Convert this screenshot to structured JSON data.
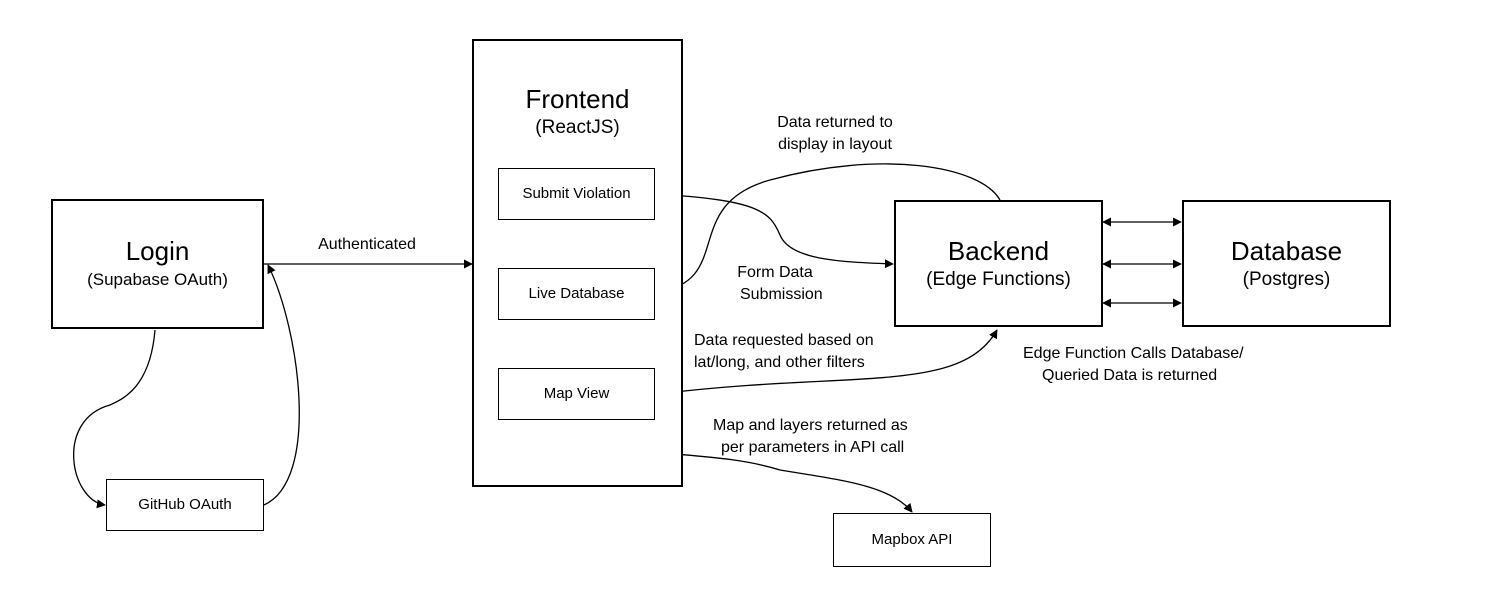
{
  "login": {
    "title": "Login",
    "subtitle": "(Supabase OAuth)"
  },
  "github": {
    "label": "GitHub OAuth"
  },
  "frontend": {
    "title": "Frontend",
    "subtitle": "(ReactJS)",
    "components": [
      "Submit Violation",
      "Live Database",
      "Map View"
    ]
  },
  "backend": {
    "title": "Backend",
    "subtitle": "(Edge Functions)"
  },
  "database": {
    "title": "Database",
    "subtitle": "(Postgres)"
  },
  "mapbox": {
    "label": "Mapbox API"
  },
  "labels": {
    "authenticated": "Authenticated",
    "data_returned_1": "Data returned to",
    "data_returned_2": "display in layout",
    "form_data_1": "Form Data",
    "form_data_2": "Submission",
    "data_requested_1": "Data requested based on",
    "data_requested_2": "lat/long, and other filters",
    "edge_calls_1": "Edge Function Calls Database/",
    "edge_calls_2": "Queried Data is returned",
    "map_layers_1": "Map and layers returned as",
    "map_layers_2": "per parameters in API call"
  }
}
